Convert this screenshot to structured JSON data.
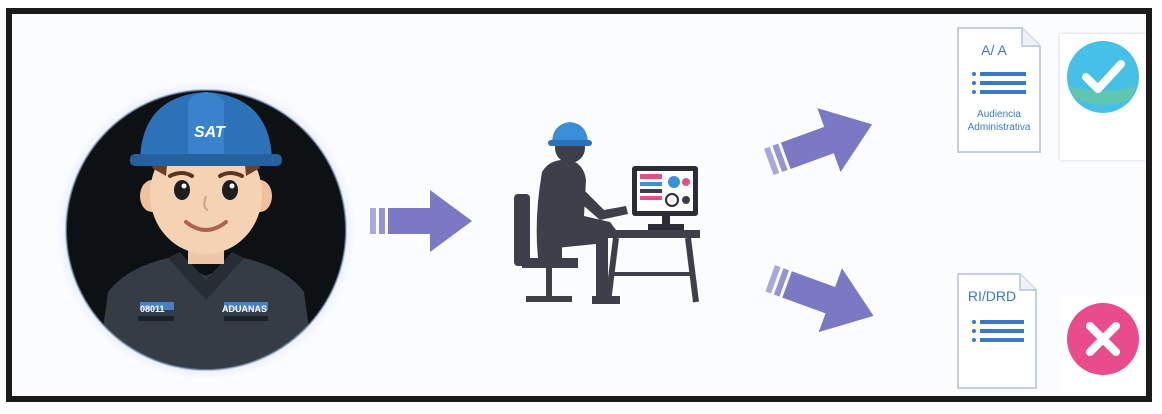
{
  "agent": {
    "helmet_text": "SAT",
    "badge_number": "08011",
    "badge_label": "ADUANAS"
  },
  "documents": {
    "approved": {
      "code": "A/ A",
      "caption_line1": "Audiencia",
      "caption_line2": "Administrativa",
      "status": "check-icon"
    },
    "rejected": {
      "code": "RI/DRD",
      "status": "close-icon"
    }
  },
  "colors": {
    "arrow": "#7b78c4",
    "doc_line": "#3c78c8",
    "check_bg": "#46c0e6",
    "cross_bg": "#e94c8c",
    "helmet": "#2d72b8",
    "worker": "#3e3f4a"
  }
}
